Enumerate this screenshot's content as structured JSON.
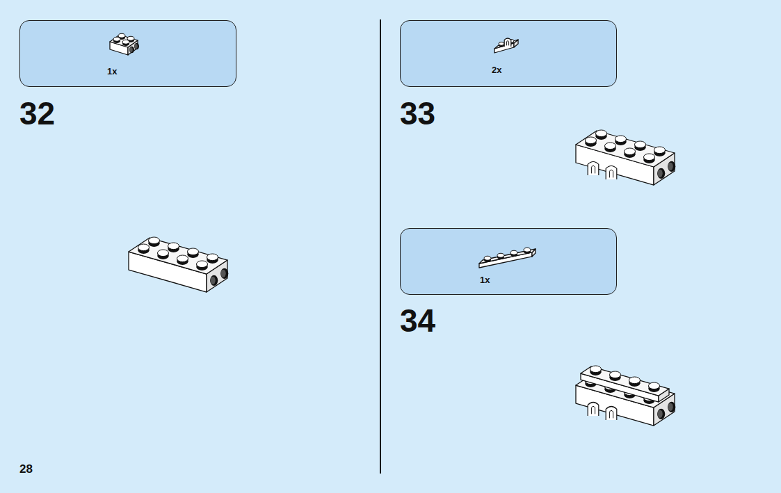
{
  "diagram": {
    "nodes": [
      {
        "text": [
          "1x"
        ]
      },
      {
        "text": [
          "2x"
        ]
      },
      {
        "text": [
          "1x"
        ]
      }
    ],
    "labels": [
      "32",
      "33",
      "34",
      "28"
    ]
  }
}
